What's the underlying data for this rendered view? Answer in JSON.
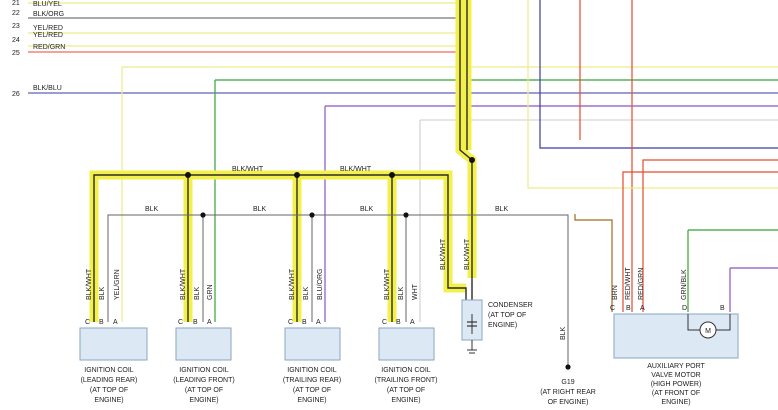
{
  "top_wires": [
    {
      "num": "21",
      "label": "BLU/YEL"
    },
    {
      "num": "22",
      "label": "BLK/ORG"
    },
    {
      "num": "23",
      "label": "YEL/RED"
    },
    {
      "num": "24",
      "label": "YEL/RED"
    },
    {
      "num": "25",
      "label": "RED/GRN"
    },
    {
      "num": "26",
      "label": "BLK/BLU"
    }
  ],
  "bus": {
    "blk_wht_1": "BLK/WHT",
    "blk_wht_2": "BLK/WHT",
    "blk_1": "BLK",
    "blk_2": "BLK",
    "blk_3": "BLK",
    "blk_4": "BLK"
  },
  "vertical_labels": {
    "c1": [
      "BLK/WHT",
      "BLK",
      "YEL/GRN"
    ],
    "c2": [
      "BLK/WHT",
      "BLK",
      "GRN"
    ],
    "c3": [
      "BLK/WHT",
      "BLK",
      "BLU/ORG"
    ],
    "c4": [
      "BLK/WHT",
      "BLK",
      "WHT"
    ],
    "cond": [
      "BLK/WHT",
      "BLK/WHT"
    ],
    "g19": "BLK",
    "valve": [
      "BRN",
      "RED/WHT",
      "RED/GRN",
      "GRN/BLK"
    ]
  },
  "pins": {
    "c": "C",
    "b": "B",
    "a": "A",
    "d": "D",
    "m": "M"
  },
  "components": {
    "coil1": [
      "IGNITION COIL",
      "(LEADING REAR)",
      "(AT TOP OF",
      "ENGINE)"
    ],
    "coil2": [
      "IGNITION COIL",
      "(LEADING FRONT)",
      "(AT TOP OF",
      "ENGINE)"
    ],
    "coil3": [
      "IGNITION COIL",
      "(TRAILING REAR)",
      "(AT TOP OF",
      "ENGINE)"
    ],
    "coil4": [
      "IGNITION COIL",
      "(TRAILING FRONT)",
      "(AT TOP OF",
      "ENGINE)"
    ],
    "condenser": [
      "CONDENSER",
      "(AT TOP OF",
      "ENGINE)"
    ],
    "g19": [
      "G19",
      "(AT RIGHT REAR",
      "OF ENGINE)"
    ],
    "valve": [
      "AUXILIARY PORT",
      "VALVE MOTOR",
      "(HIGH POWER)",
      "(AT FRONT OF",
      "ENGINE)"
    ]
  },
  "colors": {
    "highlight": "#f4f04a",
    "blk_wire": "#2b2b2b",
    "yel": "#ecec8a",
    "red": "#e64a2e",
    "blu": "#3a3aa6",
    "grn": "#35a535",
    "purple": "#8a55c2",
    "brn": "#a06a1e",
    "box_fill": "#dce9f5",
    "box_stroke": "#8aa6c0"
  }
}
